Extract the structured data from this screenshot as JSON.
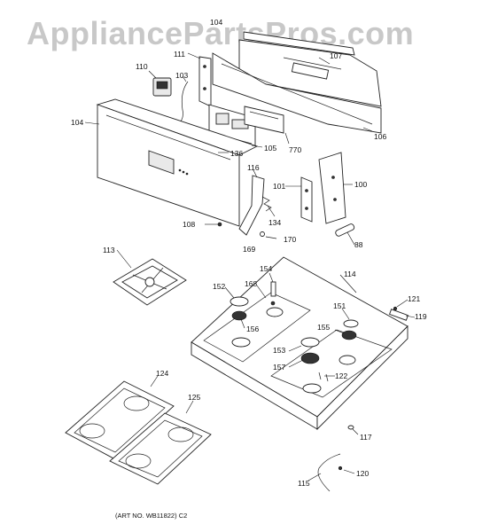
{
  "watermark": "AppliancePartsPros.com",
  "art_number": "(ART NO. WB11822) C2",
  "labels": {
    "p104a": "104",
    "p111": "111",
    "p107": "107",
    "p110": "110",
    "p103": "103",
    "p104": "104",
    "p105": "105",
    "p770": "770",
    "p106": "106",
    "p136": "136",
    "p116": "116",
    "p101": "101",
    "p100": "100",
    "p134": "134",
    "p108": "108",
    "p169": "169",
    "p170": "170",
    "p88": "88",
    "p113": "113",
    "p154": "154",
    "p114": "114",
    "p152": "152",
    "p168": "168",
    "p121": "121",
    "p151": "151",
    "p119": "119",
    "p156": "156",
    "p155": "155",
    "p153": "153",
    "p157": "157",
    "p122": "122",
    "p124": "124",
    "p125": "125",
    "p117": "117",
    "p120": "120",
    "p115": "115"
  }
}
